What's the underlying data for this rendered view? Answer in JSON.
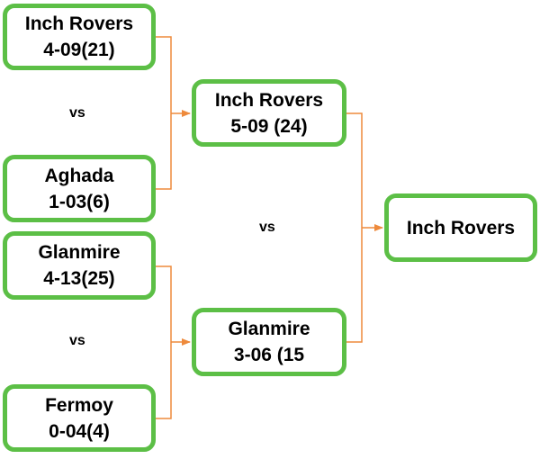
{
  "colors": {
    "box_border": "#5cbf46",
    "connector": "#ee8a3c"
  },
  "round1": [
    {
      "team": "Inch Rovers",
      "score": "4-09(21)"
    },
    {
      "team": "Aghada",
      "score": "1-03(6)"
    },
    {
      "team": "Glanmire",
      "score": "4-13(25)"
    },
    {
      "team": "Fermoy",
      "score": "0-04(4)"
    }
  ],
  "round2": [
    {
      "team": "Inch Rovers",
      "score": "5-09 (24)"
    },
    {
      "team": "Glanmire",
      "score": "3-06 (15"
    }
  ],
  "winner": {
    "team": "Inch Rovers"
  },
  "vs_label": "vs"
}
